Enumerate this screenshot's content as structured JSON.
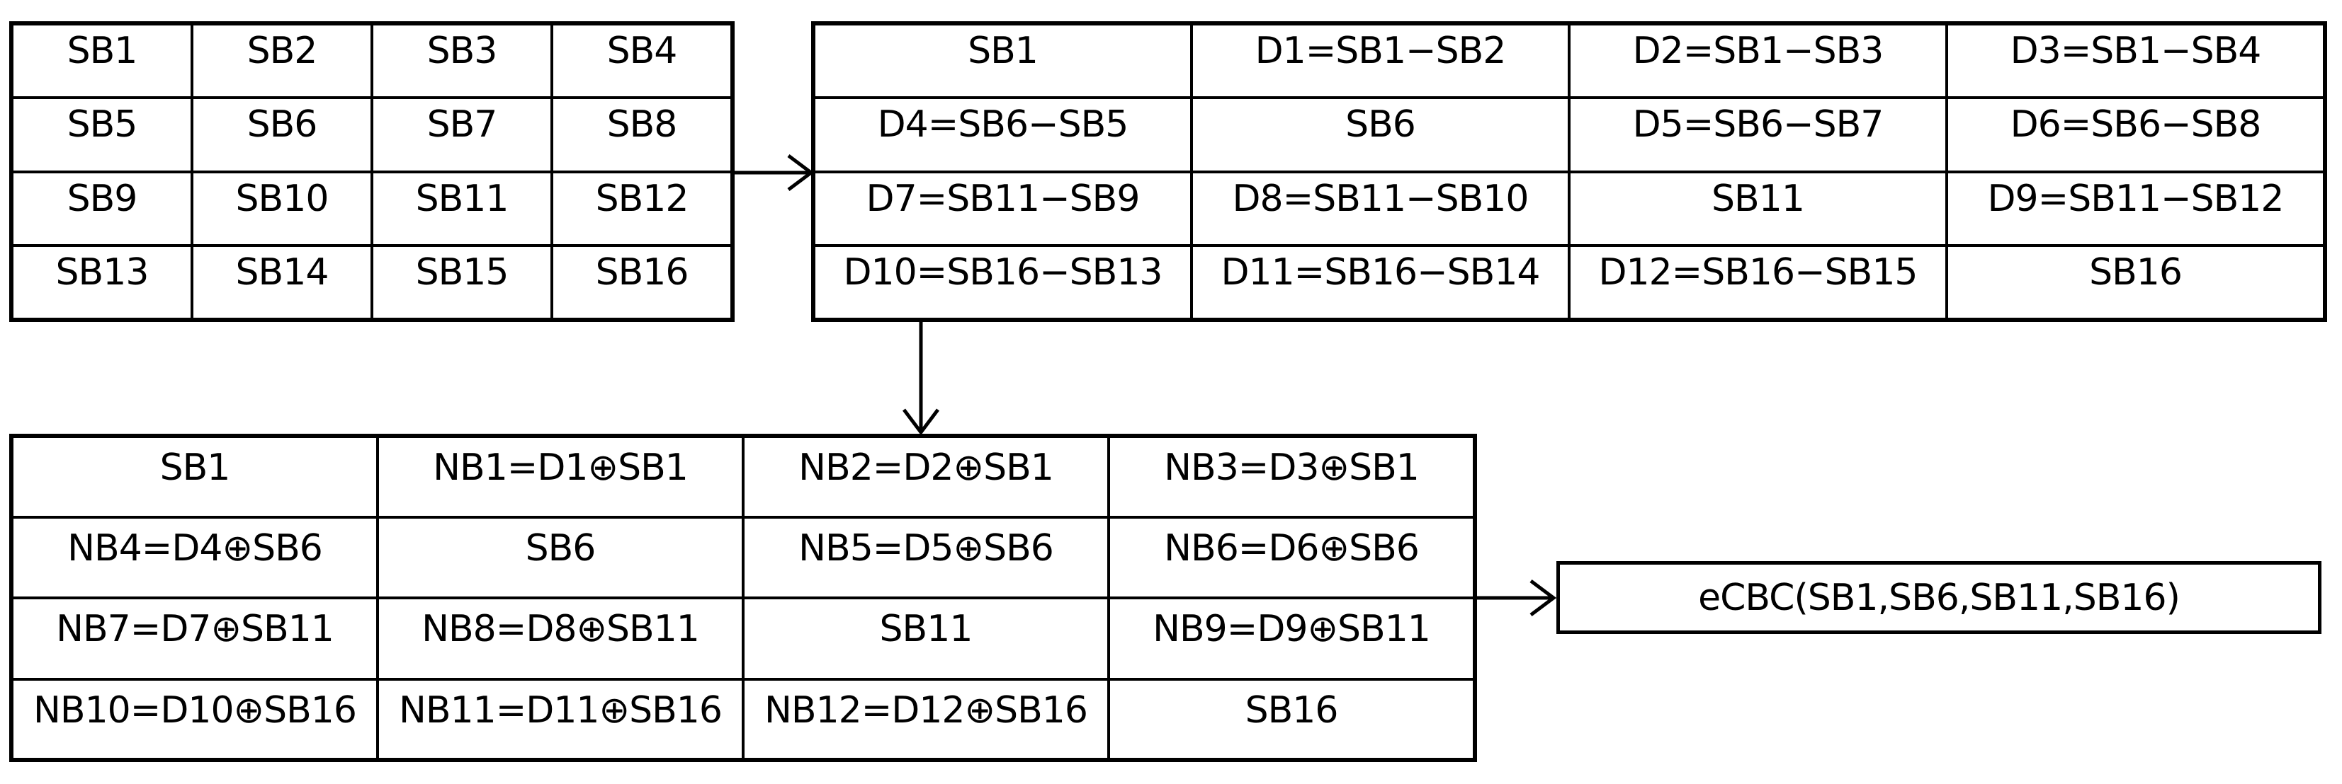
{
  "colors": {
    "line": "#000000",
    "text": "#000000",
    "background": "#ffffff"
  },
  "tables": [
    {
      "id": "source-blocks",
      "rows": [
        [
          "SB1",
          "SB2",
          "SB3",
          "SB4"
        ],
        [
          "SB5",
          "SB6",
          "SB7",
          "SB8"
        ],
        [
          "SB9",
          "SB10",
          "SB11",
          "SB12"
        ],
        [
          "SB13",
          "SB14",
          "SB15",
          "SB16"
        ]
      ]
    },
    {
      "id": "difference-blocks",
      "rows": [
        [
          "SB1",
          "D1=SB1−SB2",
          "D2=SB1−SB3",
          "D3=SB1−SB4"
        ],
        [
          "D4=SB6−SB5",
          "SB6",
          "D5=SB6−SB7",
          "D6=SB6−SB8"
        ],
        [
          "D7=SB11−SB9",
          "D8=SB11−SB10",
          "SB11",
          "D9=SB11−SB12"
        ],
        [
          "D10=SB16−SB13",
          "D11=SB16−SB14",
          "D12=SB16−SB15",
          "SB16"
        ]
      ]
    },
    {
      "id": "new-blocks",
      "rows": [
        [
          "SB1",
          "NB1=D1⊕SB1",
          "NB2=D2⊕SB1",
          "NB3=D3⊕SB1"
        ],
        [
          "NB4=D4⊕SB6",
          "SB6",
          "NB5=D5⊕SB6",
          "NB6=D6⊕SB6"
        ],
        [
          "NB7=D7⊕SB11",
          "NB8=D8⊕SB11",
          "SB11",
          "NB9=D9⊕SB11"
        ],
        [
          "NB10=D10⊕SB16",
          "NB11=D11⊕SB16",
          "NB12=D12⊕SB16",
          "SB16"
        ]
      ]
    }
  ],
  "arrows": [
    {
      "id": "arrow-source-to-difference",
      "direction": "right"
    },
    {
      "id": "arrow-difference-to-new",
      "direction": "down"
    },
    {
      "id": "arrow-new-to-ecbc",
      "direction": "right"
    }
  ],
  "ecbc": {
    "label": "eCBC(SB1,SB6,SB11,SB16)"
  }
}
